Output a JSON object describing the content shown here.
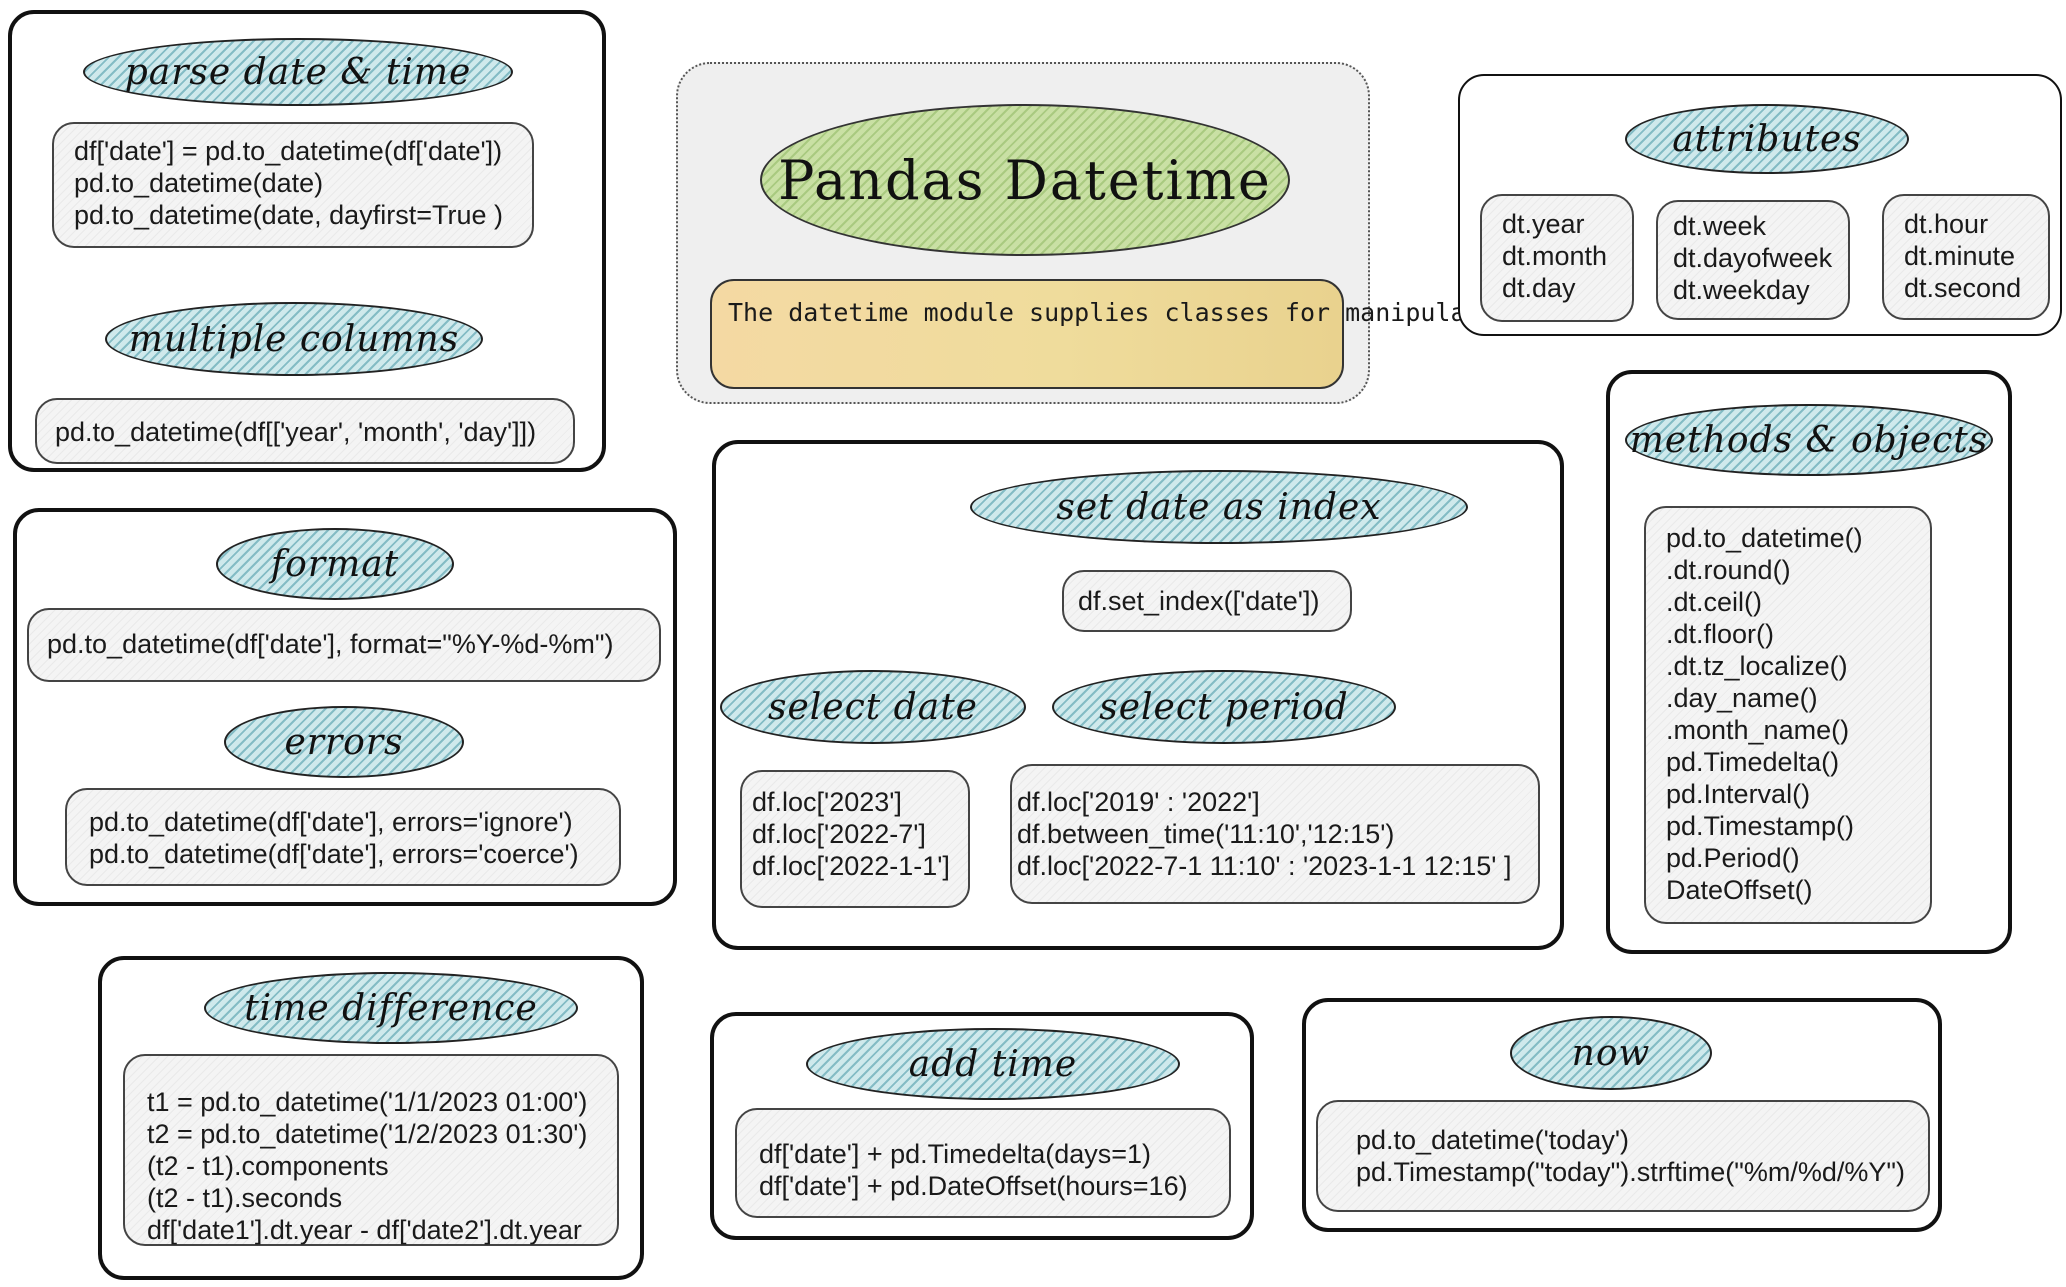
{
  "title": "Pandas Datetime",
  "description": [
    "The datetime module supplies classes",
    "for manipulating dates and times."
  ],
  "parse": {
    "heading": "parse date & time",
    "lines": [
      "df['date'] = pd.to_datetime(df['date'])",
      "pd.to_datetime(date)",
      "pd.to_datetime(date, dayfirst=True )"
    ]
  },
  "multiple": {
    "heading": "multiple columns",
    "lines": [
      "pd.to_datetime(df[['year', 'month', 'day']])"
    ]
  },
  "format": {
    "heading": "format",
    "lines": [
      "pd.to_datetime(df['date'], format=\"%Y-%d-%m\")"
    ]
  },
  "errors": {
    "heading": "errors",
    "lines": [
      "pd.to_datetime(df['date'], errors='ignore')",
      "pd.to_datetime(df['date'], errors='coerce')"
    ]
  },
  "attributes": {
    "heading": "attributes",
    "groups": [
      [
        "dt.year",
        "dt.month",
        "dt.day"
      ],
      [
        "dt.week",
        "dt.dayofweek",
        "dt.weekday"
      ],
      [
        "dt.hour",
        "dt.minute",
        "dt.second"
      ]
    ]
  },
  "methods": {
    "heading": "methods & objects",
    "lines": [
      "pd.to_datetime()",
      ".dt.round()",
      ".dt.ceil()",
      ".dt.floor()",
      ".dt.tz_localize()",
      ".day_name()",
      ".month_name()",
      "pd.Timedelta()",
      "pd.Interval()",
      "pd.Timestamp()",
      "pd.Period()",
      "DateOffset()"
    ]
  },
  "set_index": {
    "heading": "set date as index",
    "code": "df.set_index(['date'])"
  },
  "select_date": {
    "heading": "select date",
    "lines": [
      "df.loc['2023']",
      "df.loc['2022-7']",
      "df.loc['2022-1-1']"
    ]
  },
  "select_period": {
    "heading": "select period",
    "lines": [
      "df.loc['2019' : '2022']",
      "df.between_time('11:10','12:15')",
      "df.loc['2022-7-1 11:10' : '2023-1-1 12:15' ]"
    ]
  },
  "time_diff": {
    "heading": "time difference",
    "lines": [
      "t1 = pd.to_datetime('1/1/2023 01:00')",
      "t2 = pd.to_datetime('1/2/2023 01:30')",
      "(t2 - t1).components",
      "(t2 - t1).seconds",
      "df['date1'].dt.year - df['date2'].dt.year"
    ]
  },
  "add_time": {
    "heading": "add time",
    "lines": [
      "df['date'] + pd.Timedelta(days=1)",
      "df['date'] + pd.DateOffset(hours=16)"
    ]
  },
  "now": {
    "heading": "now",
    "lines": [
      "pd.to_datetime('today')",
      "pd.Timestamp(\"today\").strftime(\"%m/%d/%Y\")"
    ]
  }
}
